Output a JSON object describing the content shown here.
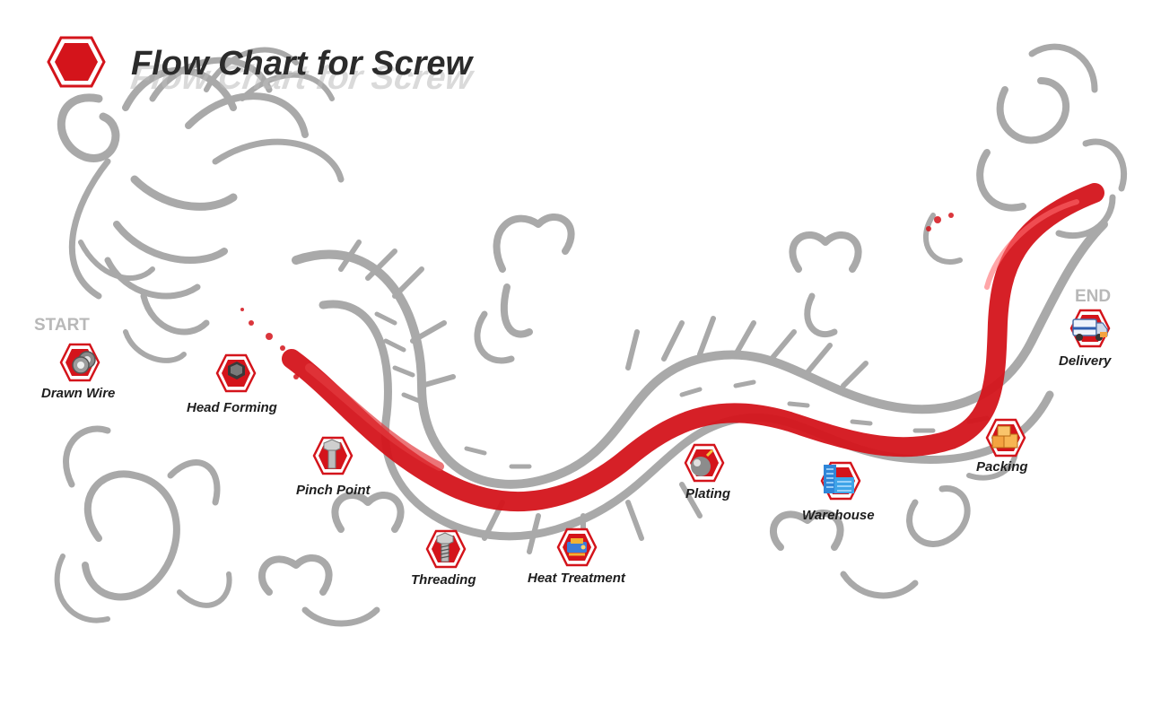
{
  "title": "Flow Chart for Screw",
  "start_label": "START",
  "end_label": "END",
  "colors": {
    "brand_red": "#d4141b",
    "dragon_gray": "#a9a9a9",
    "title_text": "#2b2b2b",
    "marker_gray": "#b8b8b8"
  },
  "steps": [
    {
      "label": "Drawn Wire",
      "icon": "wire-rolls-icon"
    },
    {
      "label": "Head Forming",
      "icon": "hex-bolt-head-icon"
    },
    {
      "label": "Pinch Point",
      "icon": "screw-icon"
    },
    {
      "label": "Threading",
      "icon": "threaded-screw-icon"
    },
    {
      "label": "Heat Treatment",
      "icon": "furnace-icon"
    },
    {
      "label": "Plating",
      "icon": "plating-ball-icon"
    },
    {
      "label": "Warehouse",
      "icon": "warehouse-building-icon"
    },
    {
      "label": "Packing",
      "icon": "boxes-icon"
    },
    {
      "label": "Delivery",
      "icon": "truck-icon"
    }
  ]
}
